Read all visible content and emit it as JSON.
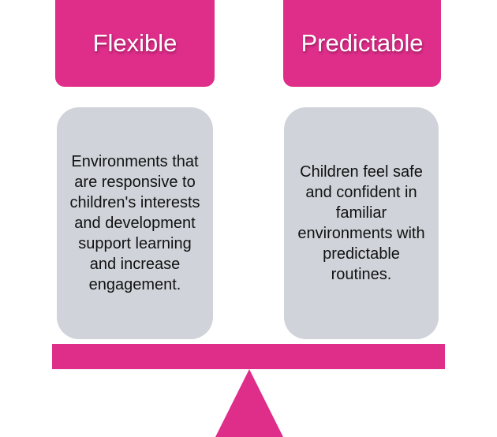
{
  "colors": {
    "accent": "#df2d8a",
    "card": "#d0d4da",
    "text": "#111111"
  },
  "left": {
    "title": "Flexible",
    "description": "Environments that are responsive to children's interests and development support learning and increase engagement."
  },
  "right": {
    "title": "Predictable",
    "description": "Children feel safe and confident in familiar environments with predictable routines."
  },
  "scale": {
    "beam_icon": "balance-beam",
    "fulcrum_icon": "triangle-fulcrum"
  }
}
